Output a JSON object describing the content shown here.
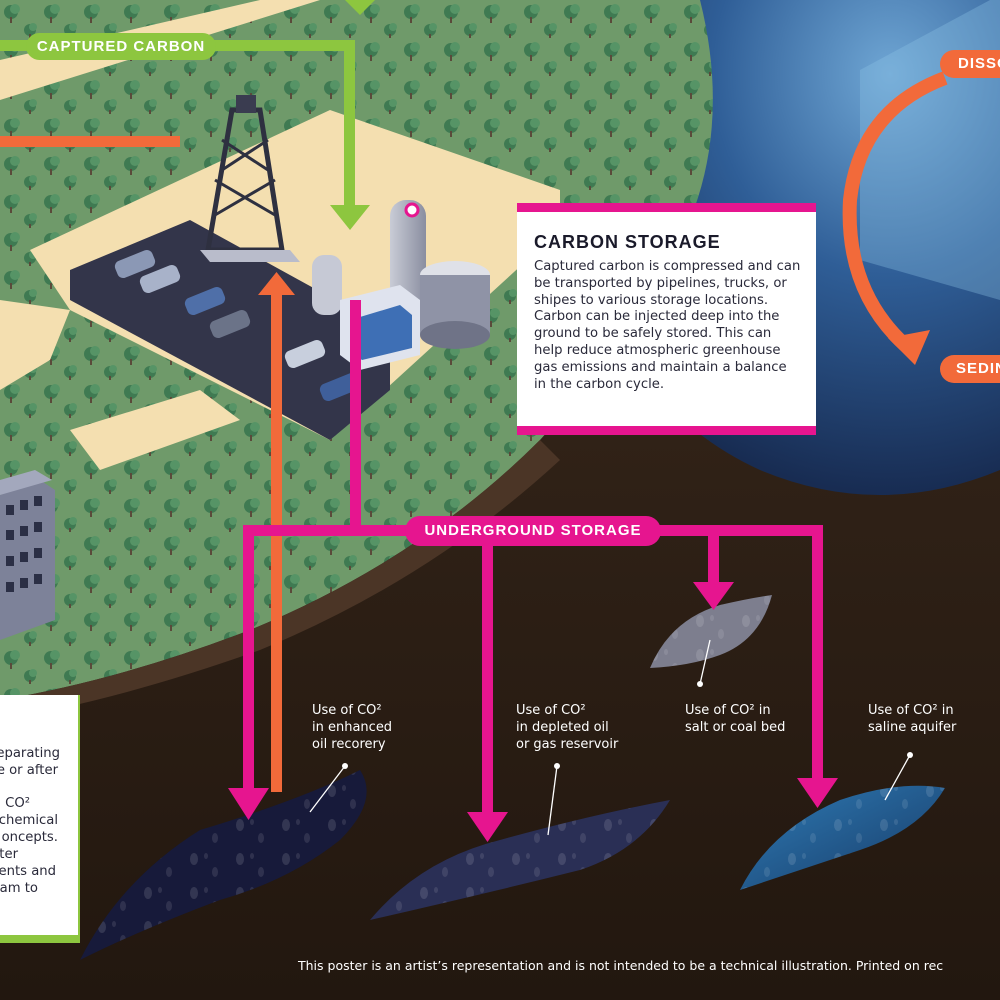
{
  "labels": {
    "captured_carbon": "CAPTURED CARBON",
    "underground_storage": "UNDERGROUND STORAGE",
    "dissolved_fragment": "DISSO",
    "sediment_fragment": "SEDIN"
  },
  "carbon_storage": {
    "title": "CARBON STORAGE",
    "body": "Captured carbon is compressed and can be transported by pipelines, trucks, or shipes to various storage locations. Carbon can be injected deep into the ground to be safely stored. This can help reduce atmospheric greenhouse gas emissions and maintain a balance in the carbon cycle."
  },
  "left_card_fragments": [
    "eparating",
    "e or after",
    "CO²",
    "chemical",
    "oncepts.",
    "ter",
    "ents and",
    "am to"
  ],
  "storage_sites": [
    {
      "line1": "Use of CO²",
      "line2": "in enhanced",
      "line3": "oil recorery"
    },
    {
      "line1": "Use of CO²",
      "line2": "in depleted oil",
      "line3": "or gas reservoir"
    },
    {
      "line1": "Use of CO² in",
      "line2": "salt or coal bed",
      "line3": ""
    },
    {
      "line1": "Use of CO² in",
      "line2": "saline aquifer",
      "line3": ""
    }
  ],
  "disclaimer": "This poster is an artist’s representation and is not intended to be a technical illustration. Printed on rec",
  "colors": {
    "green_arrow": "#8dc63f",
    "magenta_arrow": "#e6158f",
    "orange_arrow": "#f26a3a",
    "ground": "#2a1d14",
    "grass": "#6f9a6a",
    "sand": "#f4dfb0",
    "ocean": "#1f3d6e"
  }
}
